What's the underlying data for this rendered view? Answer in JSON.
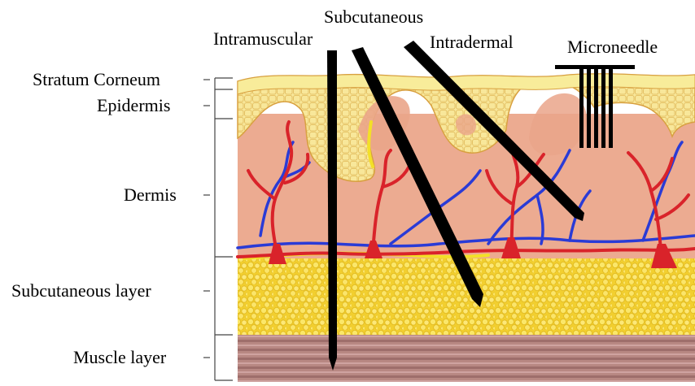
{
  "layers": {
    "stratum_corneum": "Stratum Corneum",
    "epidermis": "Epidermis",
    "dermis": "Dermis",
    "subcutaneous_layer": "Subcutaneous layer",
    "muscle_layer": "Muscle layer"
  },
  "routes": {
    "intramuscular": "Intramuscular",
    "subcutaneous": "Subcutaneous",
    "intradermal": "Intradermal",
    "microneedle": "Microneedle"
  },
  "colors": {
    "stratum": "#f6e79a",
    "epidermis": "#f3d77a",
    "dermis": "#e9a78c",
    "fat": "#f5d846",
    "fat_cell": "#fbe765",
    "muscle": "#b98680",
    "artery": "#d9232a",
    "vein": "#2a3bd6",
    "nerve": "#f3e027",
    "needle": "#000000"
  }
}
